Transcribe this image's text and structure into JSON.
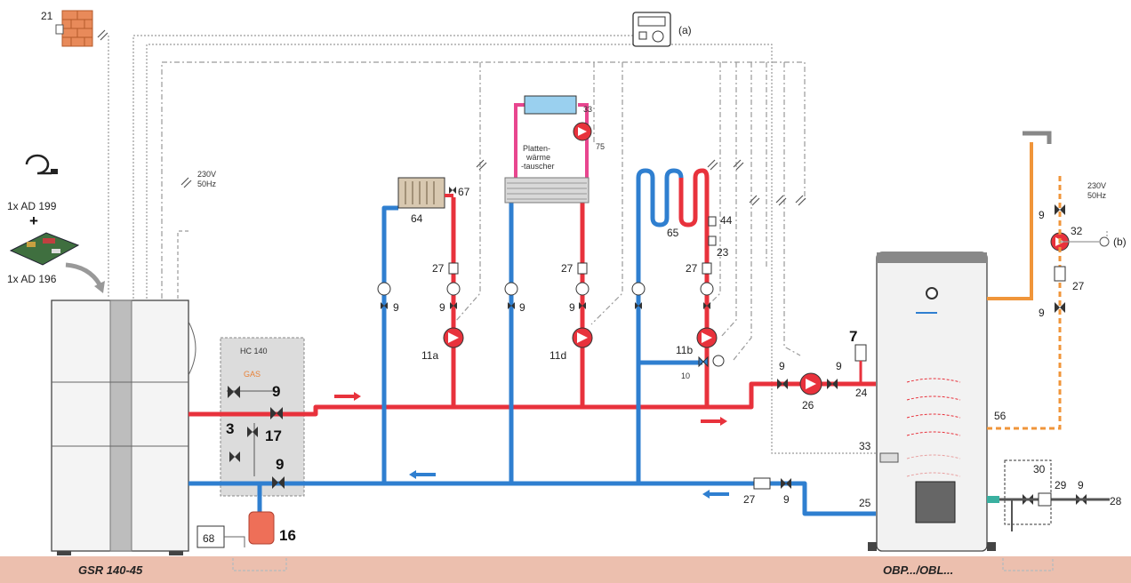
{
  "colors": {
    "flow": "#e8323c",
    "return": "#2f7fd0",
    "dhw": "#f0953a",
    "solar": "#e8468f",
    "floor": "#ecbfae",
    "panel": "#dcdcdc",
    "cable": "#9a9a9a"
  },
  "labels": {
    "boiler_name": "GSR 140-45",
    "tank_name": "OBP.../OBL...",
    "hc_module": "HC 140",
    "gas": "GAS",
    "ad199": "1x AD 199",
    "plus": "+",
    "ad196": "1x AD 196",
    "mains_left_v": "230V",
    "mains_left_hz": "50Hz",
    "mains_right_v": "230V",
    "mains_right_hz": "50Hz",
    "controller_note": "(a)",
    "pump32_note": "(b)",
    "hex_line1": "Platten-",
    "hex_line2": "wärme",
    "hex_line3": "-tauscher"
  },
  "numbers": {
    "n21": "21",
    "n64": "64",
    "n67": "67",
    "n65": "65",
    "n44": "44",
    "n23": "23",
    "n33s": "33",
    "n75": "75",
    "n27a": "27",
    "n27b": "27",
    "n27c": "27",
    "n9a": "9",
    "n9b": "9",
    "n9c": "9",
    "n9d": "9",
    "n11a": "11a",
    "n11d": "11d",
    "n11b": "11b",
    "n10": "10",
    "n7": "7",
    "n9e": "9",
    "n9f": "9",
    "n26": "26",
    "n24": "24",
    "n33": "33",
    "n56": "56",
    "n25": "25",
    "n27d": "27",
    "n9g": "9",
    "n9h": "9",
    "n32": "32",
    "n27e": "27",
    "n9i": "9",
    "n30": "30",
    "n29": "29",
    "n9j": "9",
    "n28": "28",
    "n9k": "9",
    "n3": "3",
    "n17": "17",
    "n9l": "9",
    "n16": "16",
    "n68": "68"
  }
}
